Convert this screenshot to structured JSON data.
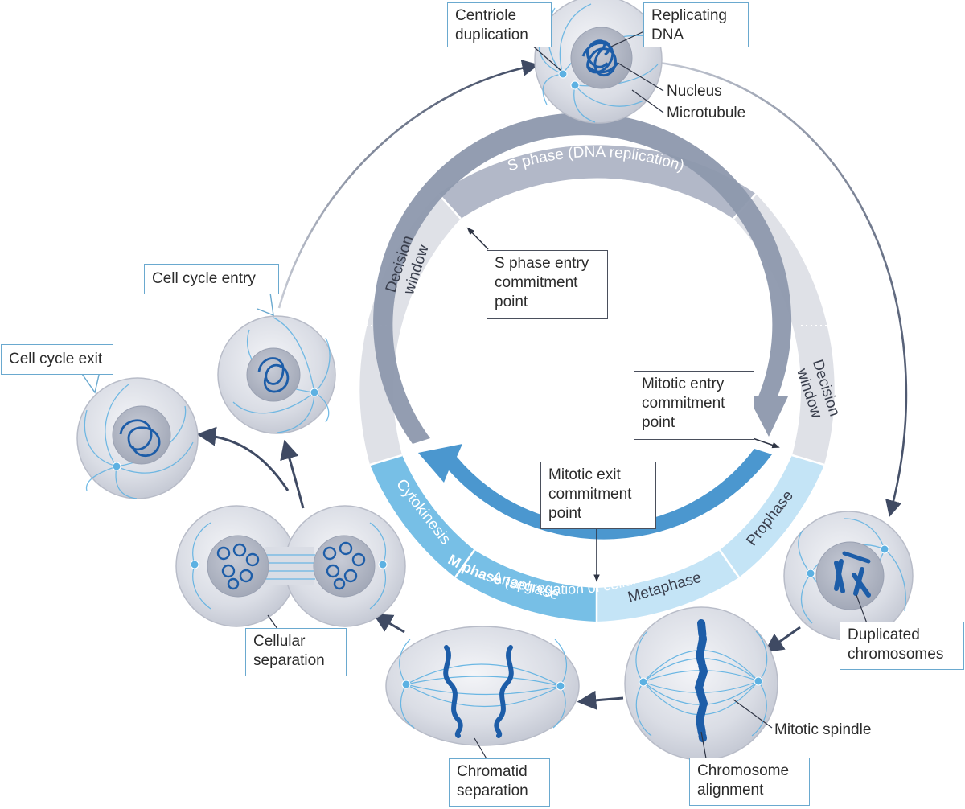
{
  "labels": {
    "centriole_duplication": "Centriole\nduplication",
    "replicating_dna": "Replicating\nDNA",
    "nucleus": "Nucleus",
    "microtubule": "Microtubule",
    "cell_cycle_entry": "Cell cycle entry",
    "cell_cycle_exit": "Cell cycle exit",
    "s_phase_entry": "S phase entry\ncommitment\npoint",
    "mitotic_entry": "Mitotic entry\ncommitment\npoint",
    "mitotic_exit": "Mitotic exit\ncommitment\npoint",
    "duplicated_chromosomes": "Duplicated\nchromosomes",
    "mitotic_spindle": "Mitotic spindle",
    "chromosome_alignment": "Chromosome\nalignment",
    "chromatid_separation": "Chromatid\nseparation",
    "cellular_separation": "Cellular\nseparation"
  },
  "ring": {
    "s_phase": "S phase (DNA replication)",
    "decision_left": [
      "Decision",
      "window"
    ],
    "decision_right": [
      "Decision",
      "window"
    ],
    "interphase_bold": "Interphase",
    "interphase_rest": " (duplication of cellular content)",
    "m_phase_bold": "M phase",
    "m_phase_rest": " (segregation of cellular content)",
    "cytokinesis": "Cytokinesis",
    "anaphase": "Anaphase",
    "metaphase": "Metaphase",
    "prophase": "Prophase"
  },
  "colors": {
    "s_phase": "#b2b8c8",
    "decision": "#dfe1e7",
    "interphase_arrow": "#8d98ad",
    "m_phase_ring": "#77bfe6",
    "m_phase_light": "#c4e4f6",
    "m_arrow": "#4b97cf",
    "cycle_arrow": "#3f4a63",
    "chromosome": "#1d5da8",
    "microtubule": "#5db1e2"
  }
}
